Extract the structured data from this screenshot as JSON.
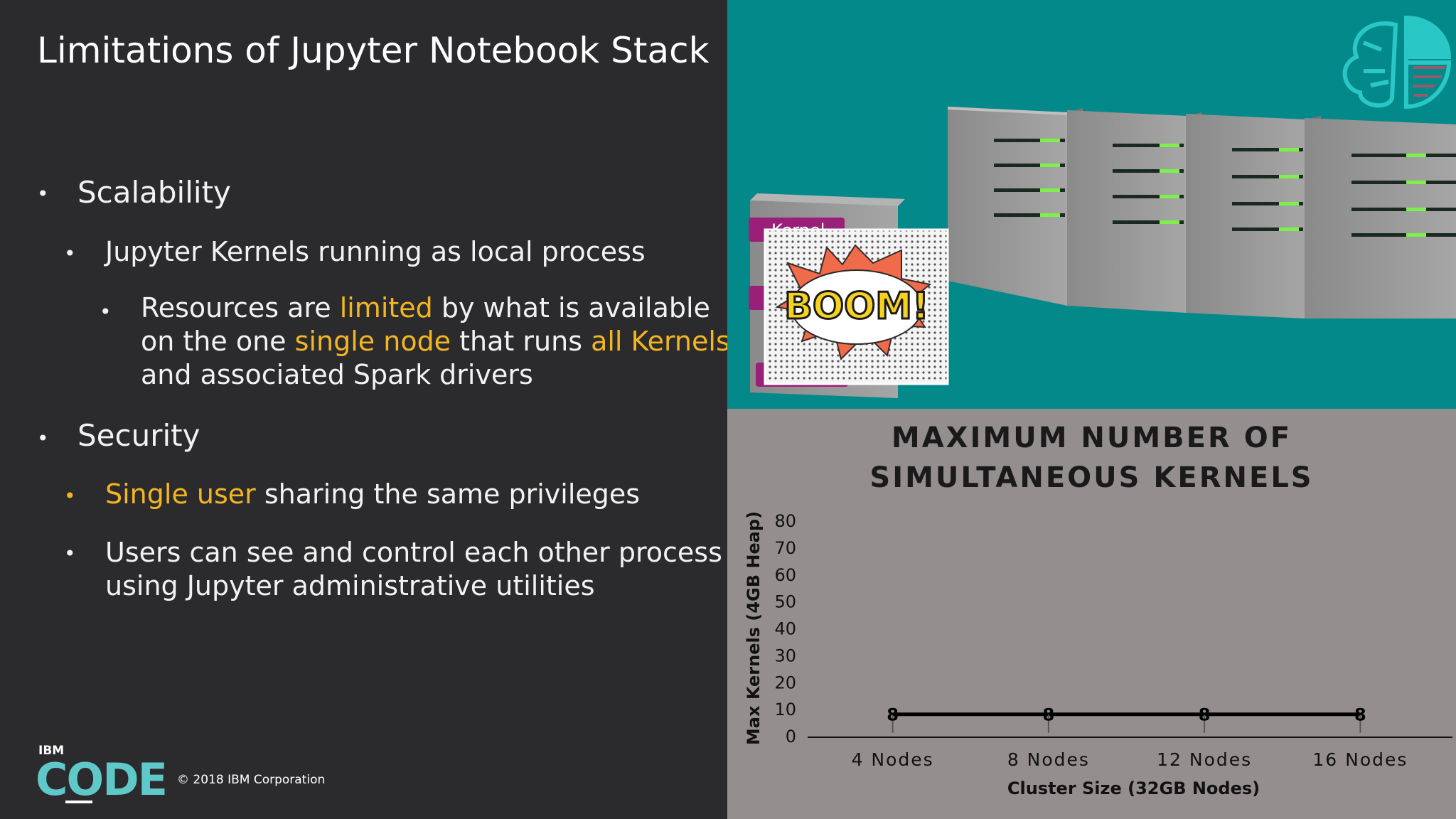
{
  "slide": {
    "title": "Limitations of Jupyter Notebook Stack",
    "bullets": {
      "scalability": "Scalability",
      "kernels_local": "Jupyter Kernels running as local process",
      "resources": {
        "line1_a": "Resources are ",
        "line1_hl": "limited",
        "line1_b": " by what is available",
        "line2_a": "on the one ",
        "line2_hl1": "single node",
        "line2_b": " that runs ",
        "line2_hl2": "all Kernels",
        "line3": "and associated Spark drivers"
      },
      "security": "Security",
      "single_user_hl": "Single user",
      "single_user_rest": " sharing the same privileges",
      "users_line1": "Users can see and control each other process",
      "users_line2": "using Jupyter administrative utilities"
    },
    "bullet_glyph": "•",
    "footer": {
      "ibm": "IBM",
      "code": "CODE",
      "copyright": "© 2018 IBM Corporation"
    }
  },
  "illustration": {
    "kernel_tag": "Kernel",
    "boom_text": "BOOM!",
    "icon": "brain-chart-icon"
  },
  "colors": {
    "highlight": "#f4b620",
    "teal": "#04898a",
    "chart_bg": "#958e8f",
    "logo": "#5fc8c9"
  },
  "chart_data": {
    "type": "line",
    "title_line1": "MAXIMUM NUMBER OF",
    "title_line2": "SIMULTANEOUS KERNELS",
    "xlabel": "Cluster Size (32GB Nodes)",
    "ylabel": "Max Kernels (4GB Heap)",
    "categories": [
      "4 Nodes",
      "8 Nodes",
      "12 Nodes",
      "16 Nodes"
    ],
    "series": [
      {
        "values": [
          8,
          8,
          8,
          8
        ],
        "color": "#000000"
      }
    ],
    "data_labels": [
      "8",
      "8",
      "8",
      "8"
    ],
    "yticks": [
      0,
      10,
      20,
      30,
      40,
      50,
      60,
      70,
      80
    ],
    "ylim": [
      0,
      80
    ],
    "grid": false,
    "legend": "none"
  }
}
